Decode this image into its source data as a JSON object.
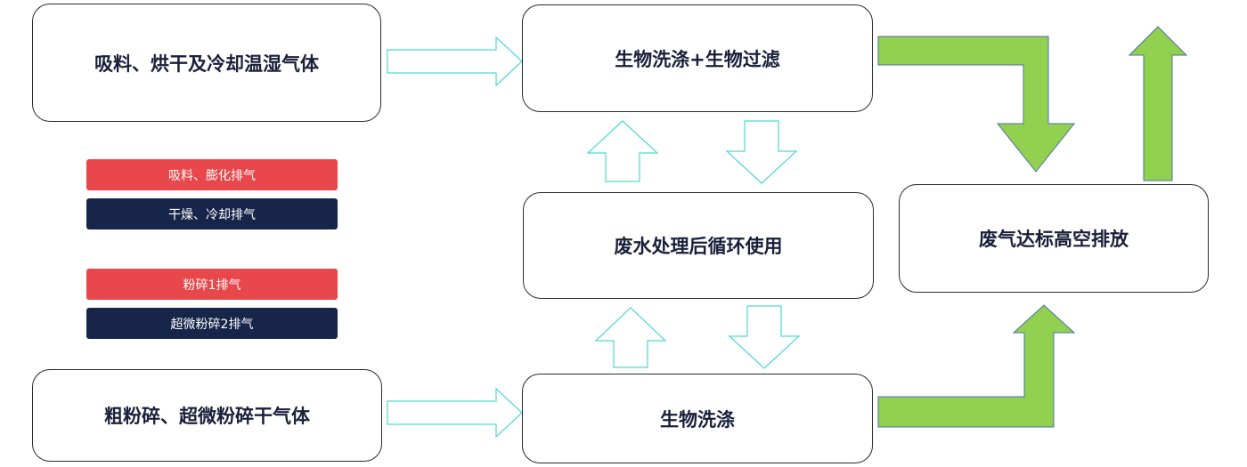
{
  "boxes": {
    "input_top": "吸料、烘干及冷却温湿气体",
    "input_bottom": "粗粉碎、超微粉碎干气体",
    "bio_wash_filter": "生物洗涤+生物过滤",
    "wastewater": "废水处理后循环使用",
    "bio_wash": "生物洗涤",
    "exhaust": "废气达标高空排放"
  },
  "tags": [
    {
      "label": "吸料、膨化排气",
      "color": "#e8474b"
    },
    {
      "label": "干燥、冷却排气",
      "color": "#17254a"
    },
    {
      "label": "粉碎1排气",
      "color": "#e8474b"
    },
    {
      "label": "超微粉碎2排气",
      "color": "#17254a"
    }
  ],
  "colors": {
    "outline_arrow": "#4fd6d6",
    "green_arrow": "#92d050",
    "green_arrow_stroke": "#4a6fa5",
    "red_tag": "#e8474b",
    "navy_tag": "#17254a"
  }
}
